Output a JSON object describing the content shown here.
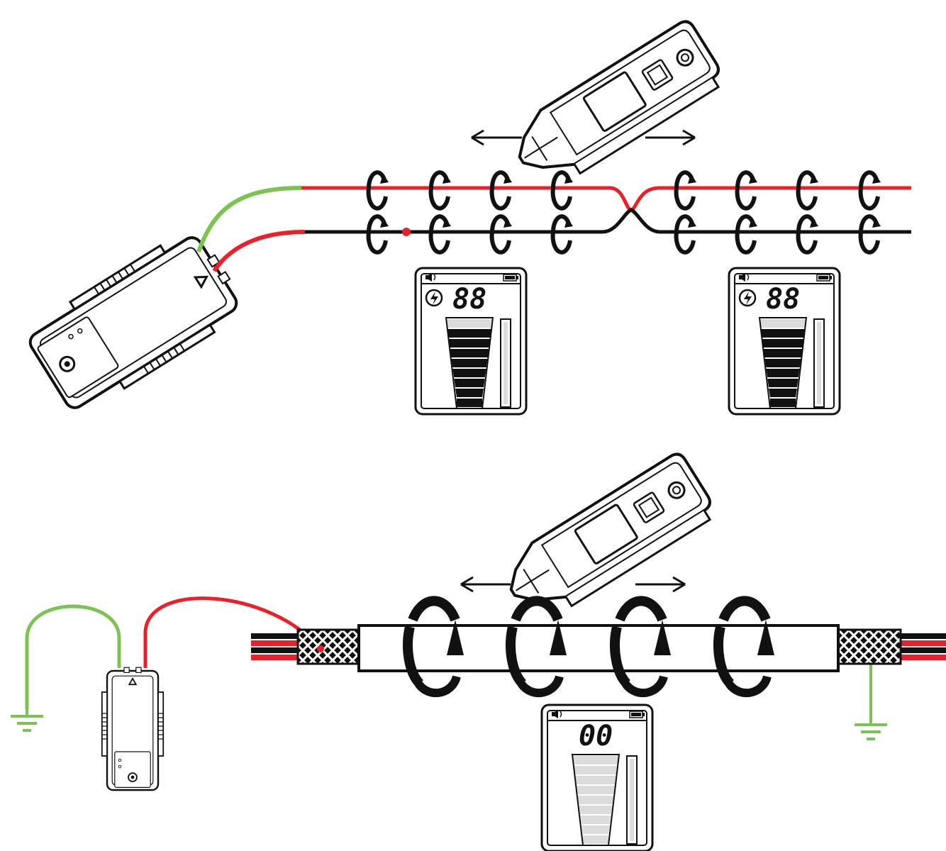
{
  "colors": {
    "red": "#e8212b",
    "green": "#7cc351",
    "black": "#111111",
    "lcd_fill": "#dcdcdc",
    "lcd_bg": "#ffffff"
  },
  "icons": [
    "speaker-muted-icon",
    "battery-icon",
    "lightning-icon",
    "ground-symbol-icon",
    "rotation-arrow-icon",
    "direction-arrow-icon"
  ],
  "top_scene": {
    "display_left": {
      "reading": "88",
      "bars_lit": 8,
      "bars_total": 9
    },
    "display_right": {
      "reading": "88",
      "bars_lit": 8,
      "bars_total": 9
    }
  },
  "bottom_scene": {
    "display": {
      "reading": "00",
      "bars_lit": 0,
      "bars_total": 9
    }
  }
}
